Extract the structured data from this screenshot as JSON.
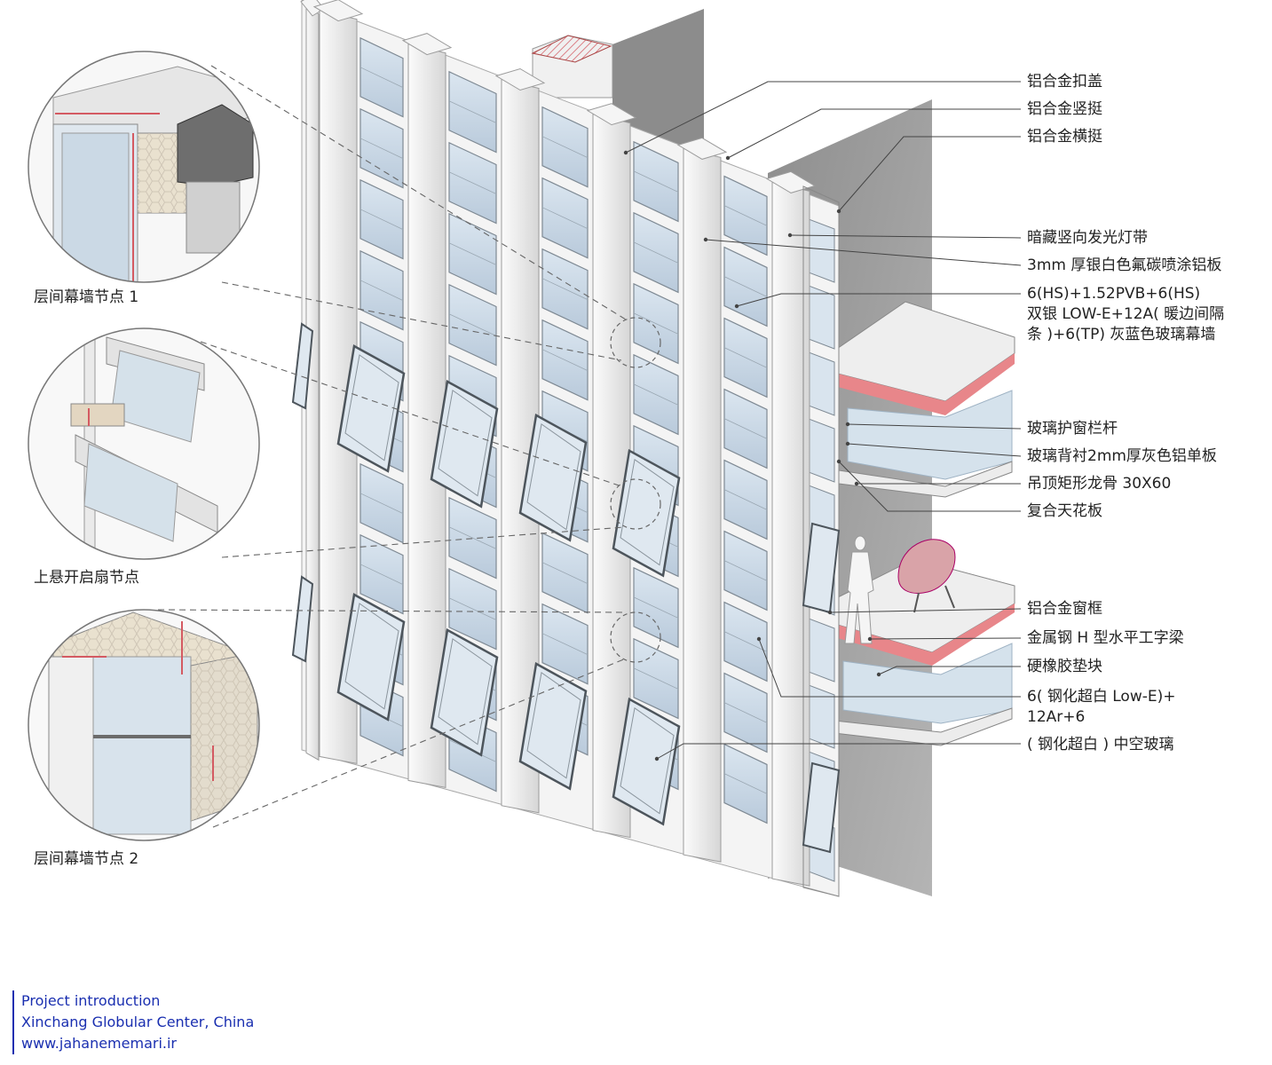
{
  "callouts": [
    {
      "text": "铝合金扣盖"
    },
    {
      "text": "铝合金竖挺"
    },
    {
      "text": "铝合金横挺"
    },
    {
      "text": "暗藏竖向发光灯带"
    },
    {
      "text": "3mm 厚银白色氟碳喷涂铝板"
    },
    {
      "line1": "6(HS)+1.52PVB+6(HS)",
      "line2": "双银 LOW-E+12A( 暖边间隔",
      "line3": "条 )+6(TP) 灰蓝色玻璃幕墙"
    },
    {
      "text": "玻璃护窗栏杆"
    },
    {
      "text": "玻璃背衬2mm厚灰色铝单板"
    },
    {
      "text": "吊顶矩形龙骨 30X60"
    },
    {
      "text": "复合天花板"
    },
    {
      "text": "铝合金窗框"
    },
    {
      "text": "金属钢 H 型水平工字梁"
    },
    {
      "text": "硬橡胶垫块"
    },
    {
      "line1": "6( 钢化超白 Low-E)+",
      "line2": "12Ar+6"
    },
    {
      "text": "( 钢化超白 ) 中空玻璃"
    }
  ],
  "details": [
    {
      "label": "层间幕墙节点 1"
    },
    {
      "label": "上悬开启扇节点"
    },
    {
      "label": "层间幕墙节点 2"
    }
  ],
  "footer": {
    "line1": "Project introduction",
    "line2": "Xinchang Globular Center, China",
    "line3": "www.jahanememari.ir"
  },
  "colors": {
    "accent_pink": "#e8868a",
    "glass": "#c9d8e6",
    "frame": "#f1f1f1",
    "wall_gray": "#9a9a9a",
    "footer_blue": "#1a2fb0"
  }
}
